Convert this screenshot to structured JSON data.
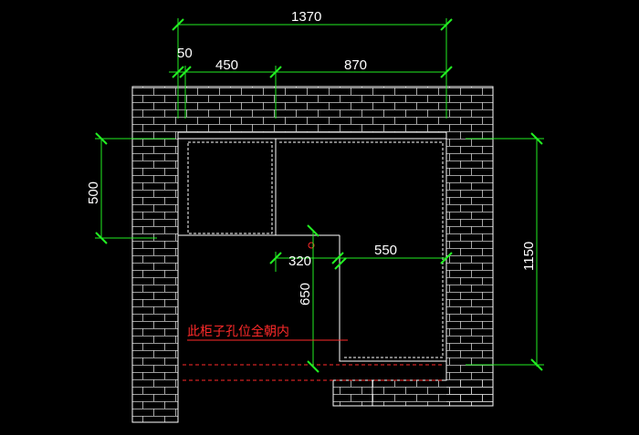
{
  "drawing": {
    "background": "#000000",
    "dimension_color": "#22ee22",
    "note_color": "#ff2a2a",
    "dimensions": {
      "overall_width": "1370",
      "gap": "50",
      "left_width": "450",
      "right_width": "870",
      "left_height": "500",
      "right_height": "1150",
      "inner_width": "320",
      "lower_width": "550",
      "inner_depth": "650"
    },
    "note": "此柜子孔位全朝内"
  }
}
